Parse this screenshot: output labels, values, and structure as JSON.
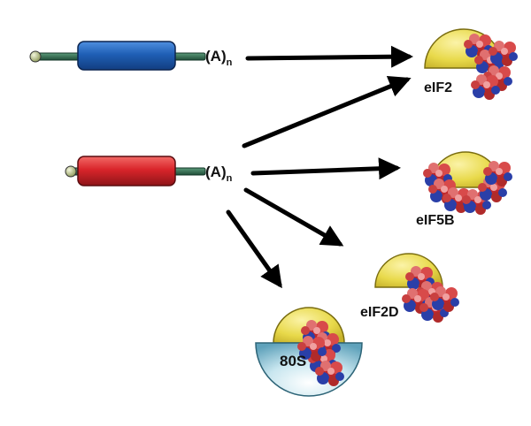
{
  "mrnas": [
    {
      "id": "blue",
      "tail_label": "(A)",
      "tail_sub": "n",
      "body_color": "#1f5fb5"
    },
    {
      "id": "red",
      "tail_label": "(A)",
      "tail_sub": "n",
      "body_color": "#d9252b"
    }
  ],
  "factors": {
    "eif2": "eIF2",
    "eif5b": "eIF5B",
    "eif2d": "eIF2D",
    "ribosome80s": "80S"
  },
  "colors": {
    "stem": "#2e6b4f",
    "cap": "#c8d49a",
    "small_subunit": "#e8d94a",
    "large_subunit": "#9fcfe0",
    "protein_red": "#c0282c",
    "protein_blue": "#2a3fa8",
    "arrow": "#000000"
  },
  "icons": [
    "cap-icon",
    "mrna-body-icon",
    "ribosome-icon",
    "protein-icon",
    "arrow-icon"
  ]
}
